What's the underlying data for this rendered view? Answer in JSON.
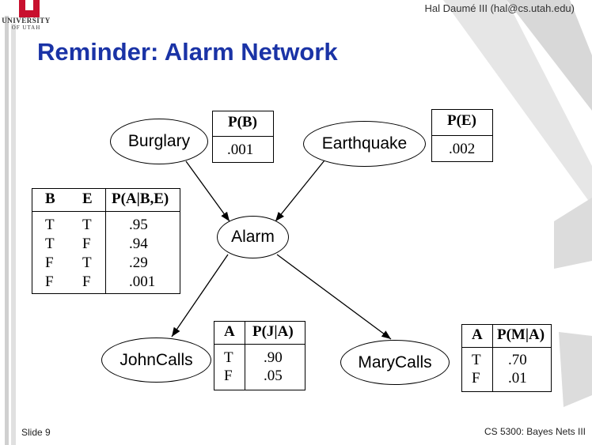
{
  "header": {
    "logo_line1": "UNIVERSITY",
    "logo_line2": "OF UTAH",
    "author": "Hal Daumé III (hal@cs.utah.edu)",
    "title": "Reminder: Alarm Network"
  },
  "footer": {
    "slide": "Slide 9",
    "course": "CS 5300: Bayes Nets III"
  },
  "nodes": {
    "burglary": "Burglary",
    "earthquake": "Earthquake",
    "alarm": "Alarm",
    "johncalls": "JohnCalls",
    "marycalls": "MaryCalls"
  },
  "cpt_b": {
    "header": "P(B)",
    "value": ".001"
  },
  "cpt_e": {
    "header": "P(E)",
    "value": ".002"
  },
  "cpt_a": {
    "headers": [
      "B",
      "E",
      "P(A|B,E)"
    ],
    "rows": [
      [
        "T",
        "T",
        ".95"
      ],
      [
        "T",
        "F",
        ".94"
      ],
      [
        "F",
        "T",
        ".29"
      ],
      [
        "F",
        "F",
        ".001"
      ]
    ]
  },
  "cpt_j": {
    "headers": [
      "A",
      "P(J|A)"
    ],
    "rows": [
      [
        "T",
        ".90"
      ],
      [
        "F",
        ".05"
      ]
    ]
  },
  "cpt_m": {
    "headers": [
      "A",
      "P(M|A)"
    ],
    "rows": [
      [
        "T",
        ".70"
      ],
      [
        "F",
        ".01"
      ]
    ]
  }
}
